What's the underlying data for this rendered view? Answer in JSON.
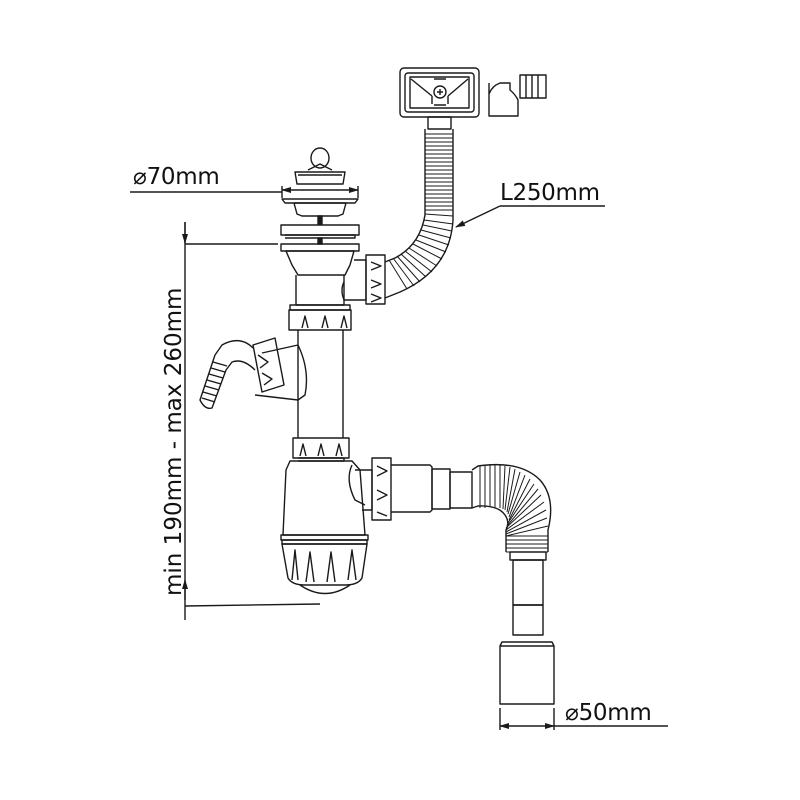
{
  "diagram": {
    "type": "technical-drawing",
    "subject": "sink siphon with overflow and flexible outlet",
    "line_color": "#1a1a1a",
    "background": "#ffffff"
  },
  "dimensions": {
    "strainer_diameter": {
      "symbol": "⌀",
      "value": "70mm"
    },
    "overflow_hose_length": {
      "value": "L250mm"
    },
    "height_range": {
      "value": "min 190mm - max 260mm"
    },
    "outlet_diameter": {
      "symbol": "⌀",
      "value": "50mm"
    }
  },
  "components": [
    {
      "name": "plug-with-chain-ring"
    },
    {
      "name": "strainer-grate"
    },
    {
      "name": "overflow-rectangular-outlet"
    },
    {
      "name": "overflow-elbow-connector"
    },
    {
      "name": "overflow-corrugated-hose"
    },
    {
      "name": "washing-machine-side-inlet"
    },
    {
      "name": "bottle-trap"
    },
    {
      "name": "flexible-outlet-hose"
    },
    {
      "name": "outlet-pipe-50mm"
    }
  ]
}
